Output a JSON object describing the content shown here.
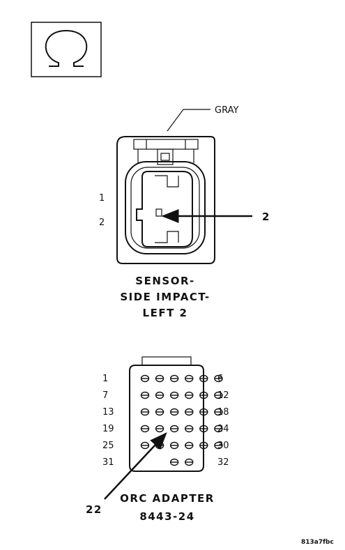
{
  "symbol": {
    "icon": "ohmmeter-omega-icon"
  },
  "sensor_connector": {
    "wire_color_label": "GRAY",
    "pin_numbers": [
      "1",
      "2"
    ],
    "callout": "2",
    "caption_lines": [
      "SENSOR-",
      "SIDE IMPACT-",
      "LEFT 2"
    ]
  },
  "orc_adapter": {
    "left_numbers": [
      "1",
      "7",
      "13",
      "19",
      "25",
      "31"
    ],
    "right_numbers": [
      "6",
      "12",
      "18",
      "24",
      "30",
      "32"
    ],
    "callout": "22",
    "caption_lines": [
      "ORC ADAPTER",
      "8443-24"
    ]
  },
  "figure_id": "813a7fbc"
}
